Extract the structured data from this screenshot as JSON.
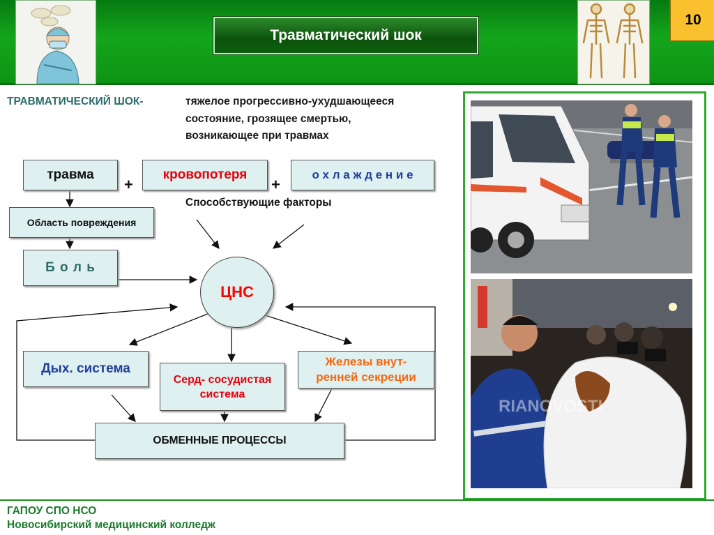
{
  "page_number": "10",
  "title": "Травматический шок",
  "definition": {
    "term": "ТРАВМАТИЧЕСКИЙ ШОК-",
    "line1": "тяжелое прогрессивно-ухудшающееся",
    "line2": "состояние, грозящее смертью,",
    "line3": "возникающее при травмах"
  },
  "diagram": {
    "trauma": "травма",
    "blood_loss": "кровопотеря",
    "cooling": "о х л а ж д е н и е",
    "plus": "+",
    "contributing_factors": "Способствующие факторы",
    "injury_area": "Область  повреждения",
    "pain": "Б о л ь",
    "cns": "ЦНС",
    "respiratory": "Дых. система",
    "cardio_line1": "Серд- сосудистая",
    "cardio_line2": "система",
    "endocrine_line1": "Железы внут-",
    "endocrine_line2": "ренней секреции",
    "metabolic": "ОБМЕННЫЕ ПРОЦЕССЫ"
  },
  "photo_watermark": "RIANOVOSTI",
  "footer": {
    "line1": "ГАПОУ СПО НСО",
    "line2": "Новосибирский медицинский колледж"
  },
  "colors": {
    "header_green": "#14a51c",
    "box_fill": "#dff0f0",
    "red_text": "#e8000b",
    "blue_text": "#1f3f9c",
    "orange_text": "#f26a12",
    "footer_green": "#1b7a2c",
    "page_badge": "#fbc02d"
  }
}
